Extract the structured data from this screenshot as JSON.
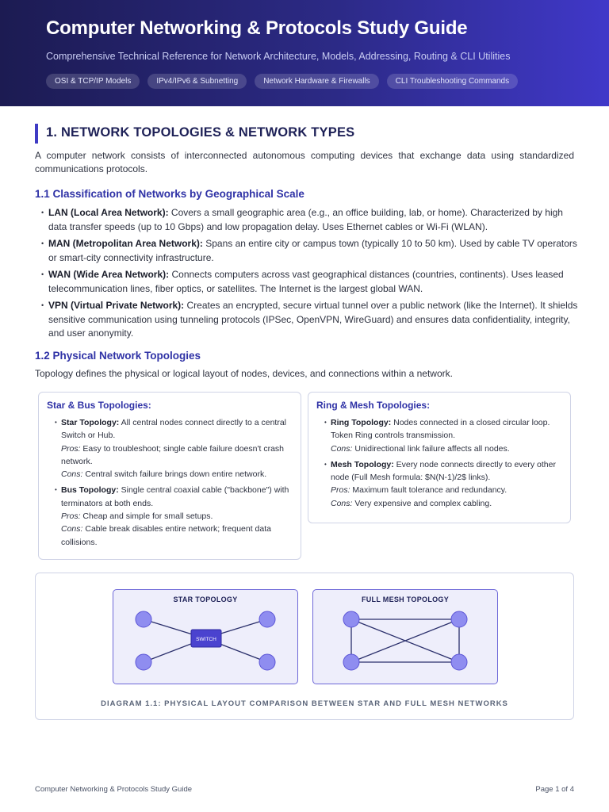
{
  "header": {
    "title": "Computer Networking & Protocols Study Guide",
    "subtitle": "Comprehensive Technical Reference for Network Architecture, Models, Addressing, Routing & CLI Utilities",
    "tags": [
      "OSI & TCP/IP Models",
      "IPv4/IPv6 & Subnetting",
      "Network Hardware & Firewalls",
      "CLI Troubleshooting Commands"
    ]
  },
  "section": {
    "title": "1. NETWORK TOPOLOGIES & NETWORK TYPES",
    "intro": "A computer network consists of interconnected autonomous computing devices that exchange data using standardized communications protocols."
  },
  "classification": {
    "heading": "1.1 Classification of Networks by Geographical Scale",
    "items": [
      {
        "term": "LAN (Local Area Network):",
        "desc": " Covers a small geographic area (e.g., an office building, lab, or home). Characterized by high data transfer speeds (up to 10 Gbps) and low propagation delay. Uses Ethernet cables or Wi-Fi (WLAN)."
      },
      {
        "term": "MAN (Metropolitan Area Network):",
        "desc": " Spans an entire city or campus town (typically 10 to 50 km). Used by cable TV operators or smart-city connectivity infrastructure."
      },
      {
        "term": "WAN (Wide Area Network):",
        "desc": " Connects computers across vast geographical distances (countries, continents). Uses leased telecommunication lines, fiber optics, or satellites. The Internet is the largest global WAN."
      },
      {
        "term": "VPN (Virtual Private Network):",
        "desc": " Creates an encrypted, secure virtual tunnel over a public network (like the Internet). It shields sensitive communication using tunneling protocols (IPSec, OpenVPN, WireGuard) and ensures data confidentiality, integrity, and user anonymity."
      }
    ]
  },
  "topologies": {
    "heading": "1.2 Physical Network Topologies",
    "intro": "Topology defines the physical or logical layout of nodes, devices, and connections within a network.",
    "star_bus": {
      "title": "Star & Bus Topologies:",
      "star": {
        "term": "Star Topology:",
        "desc": " All central nodes connect directly to a central Switch or Hub.",
        "pros_label": "Pros:",
        "pros": " Easy to troubleshoot; single cable failure doesn't crash network.",
        "cons_label": "Cons:",
        "cons": " Central switch failure brings down entire network."
      },
      "bus": {
        "term": "Bus Topology:",
        "desc": " Single central coaxial cable (\"backbone\") with terminators at both ends.",
        "pros_label": "Pros:",
        "pros": " Cheap and simple for small setups.",
        "cons_label": "Cons:",
        "cons": " Cable break disables entire network; frequent data collisions."
      }
    },
    "ring_mesh": {
      "title": "Ring & Mesh Topologies:",
      "ring": {
        "term": "Ring Topology:",
        "desc": " Nodes connected in a closed circular loop. Token Ring controls transmission.",
        "cons_label": "Cons:",
        "cons": " Unidirectional link failure affects all nodes."
      },
      "mesh": {
        "term": "Mesh Topology:",
        "desc": " Every node connects directly to every other node (Full Mesh formula: $N(N-1)/2$ links).",
        "pros_label": "Pros:",
        "pros": " Maximum fault tolerance and redundancy.",
        "cons_label": "Cons:",
        "cons": " Very expensive and complex cabling."
      }
    }
  },
  "diagram": {
    "star_title": "STAR TOPOLOGY",
    "switch_label": "SWITCH",
    "mesh_title": "FULL MESH TOPOLOGY",
    "caption": "DIAGRAM 1.1: PHYSICAL LAYOUT COMPARISON BETWEEN STAR AND FULL MESH NETWORKS",
    "colors": {
      "node": "#8f8df0",
      "node_stroke": "#5b55d6",
      "link": "#2a2f6b",
      "switch": "#4a43cf"
    }
  },
  "footer": {
    "left": "Computer Networking & Protocols Study Guide",
    "right": "Page 1 of 4"
  }
}
